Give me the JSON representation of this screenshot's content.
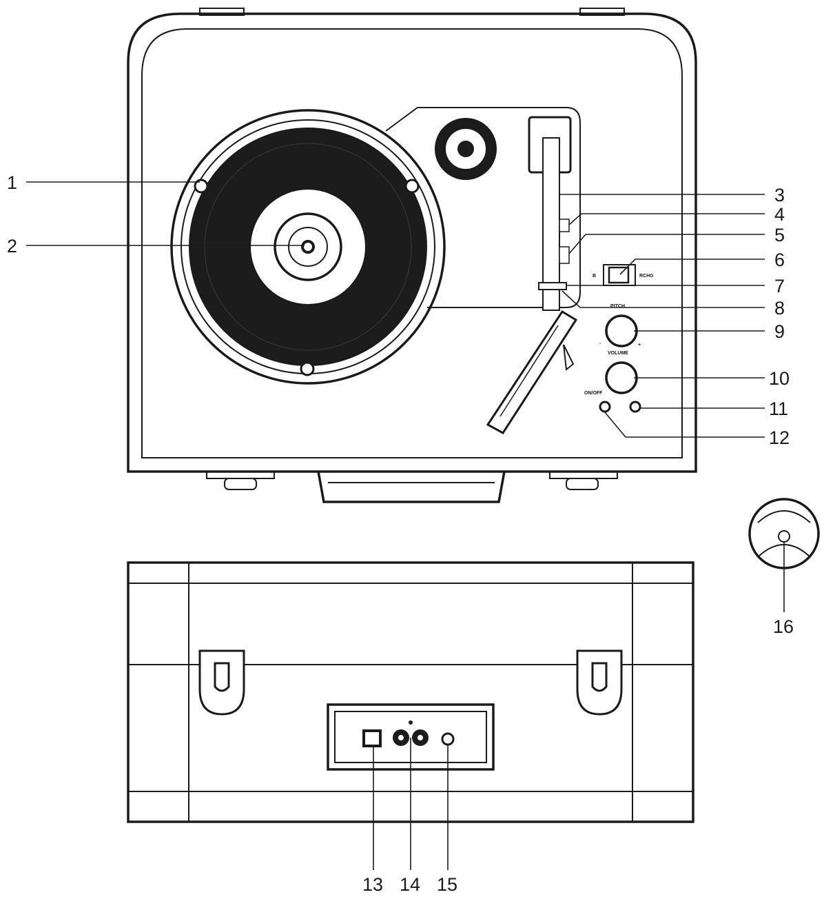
{
  "callouts": {
    "c1": "1",
    "c2": "2",
    "c3": "3",
    "c4": "4",
    "c5": "5",
    "c6": "6",
    "c7": "7",
    "c8": "8",
    "c9": "9",
    "c10": "10",
    "c11": "11",
    "c12": "12",
    "c13": "13",
    "c14": "14",
    "c15": "15",
    "c16": "16"
  },
  "panel_labels": {
    "pitch": "PITCH",
    "volume": "VOLUME",
    "on_off": "ON/OFF",
    "switch_left": "B",
    "switch_right": "RCHG"
  },
  "colors": {
    "ink": "#1a1a1a",
    "background": "#ffffff",
    "record": "#1c1c1c"
  }
}
